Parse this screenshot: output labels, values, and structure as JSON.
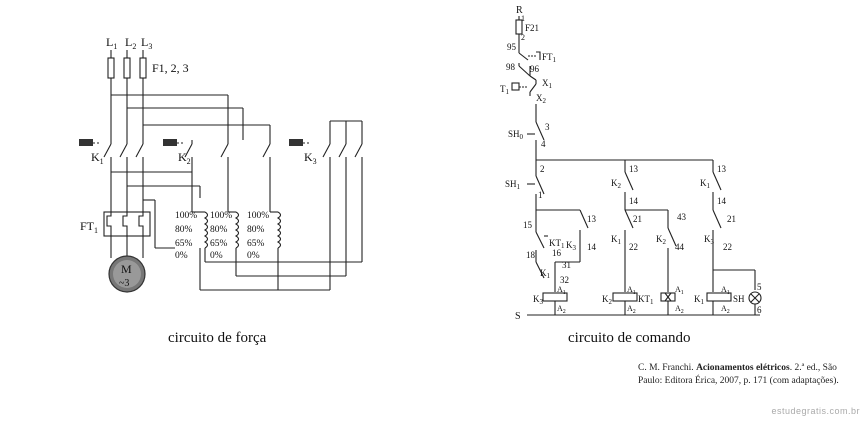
{
  "force_circuit": {
    "lines": [
      "L",
      "L",
      "L"
    ],
    "line_subs": [
      "1",
      "2",
      "3"
    ],
    "fuses_label": "F1, 2, 3",
    "contactors": [
      {
        "label": "K",
        "sub": "1"
      },
      {
        "label": "K",
        "sub": "2"
      },
      {
        "label": "K",
        "sub": "3"
      }
    ],
    "overload": {
      "label": "FT",
      "sub": "1"
    },
    "motor": {
      "label": "M",
      "sub": "~3"
    },
    "tap_labels": [
      "100%",
      "80%",
      "65%",
      "0%"
    ],
    "caption": "circuito de força"
  },
  "control_circuit": {
    "labels": {
      "R": "R",
      "S": "S",
      "f21": "F21",
      "ft1": "FT",
      "ft1_sub": "1",
      "x1": "X",
      "x1_sub": "1",
      "x2": "X",
      "x2_sub": "2",
      "t1": "T",
      "t1_sub": "1",
      "sh0": "SH",
      "sh0_sub": "0",
      "sh1": "SH",
      "sh1_sub": "1",
      "kt1": "KT",
      "kt1_sub": "1",
      "k1": "K",
      "k2": "K",
      "k3": "K",
      "sub1": "1",
      "sub2": "2",
      "sub3": "3",
      "a1": "A",
      "a2": "A",
      "sh": "SH"
    },
    "terminal_numbers": [
      "1",
      "2",
      "95",
      "96",
      "98",
      "3",
      "4",
      "2",
      "1",
      "13",
      "14",
      "13",
      "14",
      "13",
      "14",
      "15",
      "16",
      "18",
      "31",
      "32",
      "21",
      "22",
      "43",
      "44",
      "21",
      "22",
      "5",
      "6"
    ],
    "caption": "circuito de comando"
  },
  "source": {
    "line1_prefix": "C. M. Franchi.",
    "line1_bold": "Acionamentos elétricos",
    "line1_suffix": ". 2.ª ed., São",
    "line2": "Paulo: Editora Érica, 2007, p. 171 (com adaptações)."
  },
  "watermark": "estudegratis.com.br"
}
